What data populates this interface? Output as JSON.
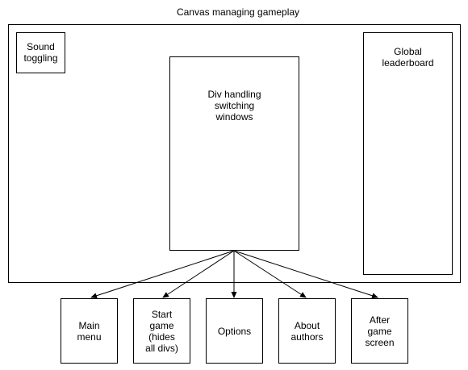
{
  "diagram": {
    "title": "Canvas managing gameplay",
    "nodes": {
      "sound": "Sound\ntoggling",
      "switcher": "Div handling\nswitching\nwindows",
      "leaderboard": "Global\nleaderboard"
    },
    "children": [
      "Main\nmenu",
      "Start\ngame\n(hides\nall divs)",
      "Options",
      "About\nauthors",
      "After\ngame\nscreen"
    ],
    "colors": {
      "stroke": "#000000",
      "fill": "#ffffff"
    }
  }
}
